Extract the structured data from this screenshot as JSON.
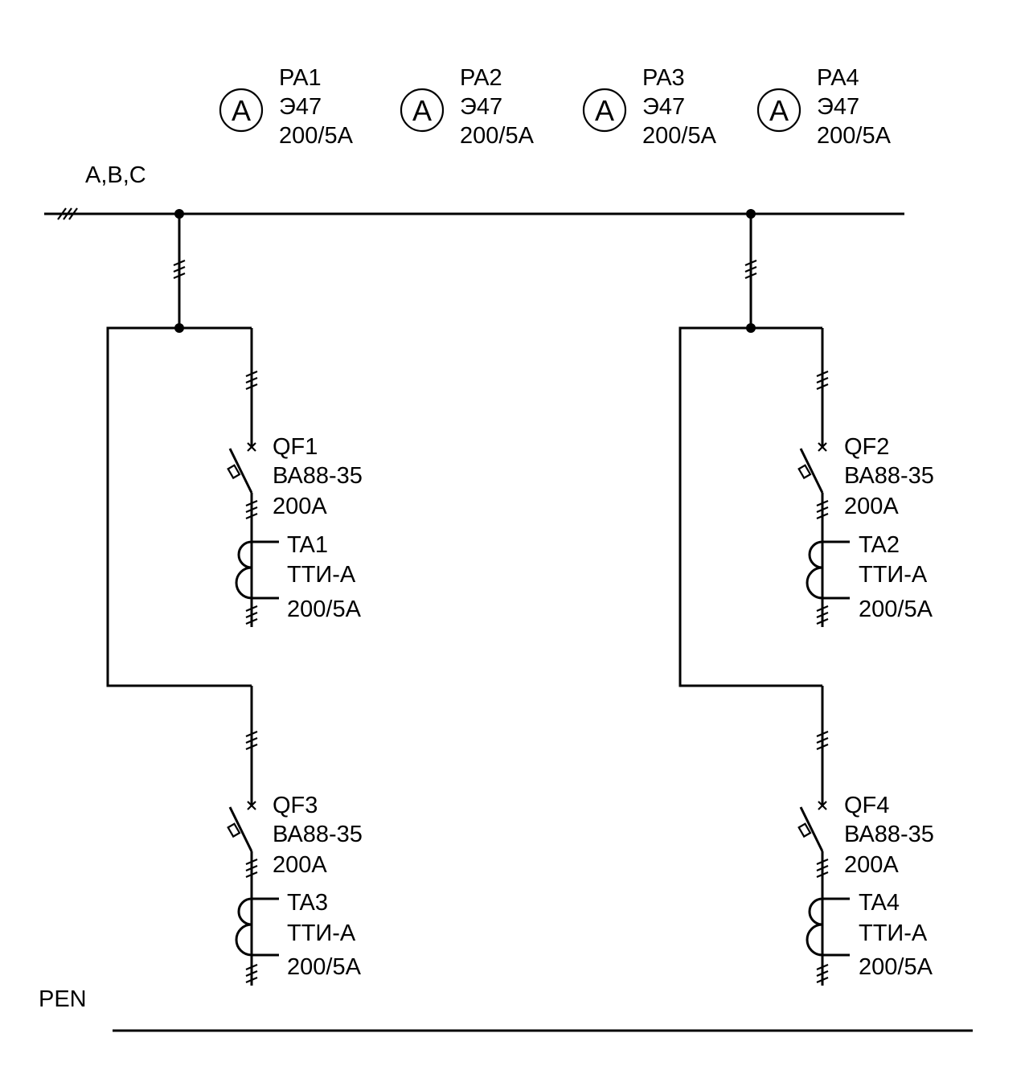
{
  "bus": {
    "phase_label": "A,B,C",
    "pen_label": "PEN"
  },
  "meters": [
    {
      "symbol": "A",
      "ref": "PA1",
      "model": "Э47",
      "ratio": "200/5А"
    },
    {
      "symbol": "A",
      "ref": "PA2",
      "model": "Э47",
      "ratio": "200/5А"
    },
    {
      "symbol": "A",
      "ref": "PA3",
      "model": "Э47",
      "ratio": "200/5А"
    },
    {
      "symbol": "A",
      "ref": "PA4",
      "model": "Э47",
      "ratio": "200/5А"
    }
  ],
  "breakers": [
    {
      "ref": "QF1",
      "model": "ВА88-35",
      "rating": "200А"
    },
    {
      "ref": "QF2",
      "model": "ВА88-35",
      "rating": "200А"
    },
    {
      "ref": "QF3",
      "model": "ВА88-35",
      "rating": "200А"
    },
    {
      "ref": "QF4",
      "model": "ВА88-35",
      "rating": "200А"
    }
  ],
  "transformers": [
    {
      "ref": "TA1",
      "model": "ТТИ-А",
      "ratio": "200/5А"
    },
    {
      "ref": "TA2",
      "model": "ТТИ-А",
      "ratio": "200/5А"
    },
    {
      "ref": "TA3",
      "model": "ТТИ-А",
      "ratio": "200/5А"
    },
    {
      "ref": "TA4",
      "model": "ТТИ-А",
      "ratio": "200/5А"
    }
  ]
}
